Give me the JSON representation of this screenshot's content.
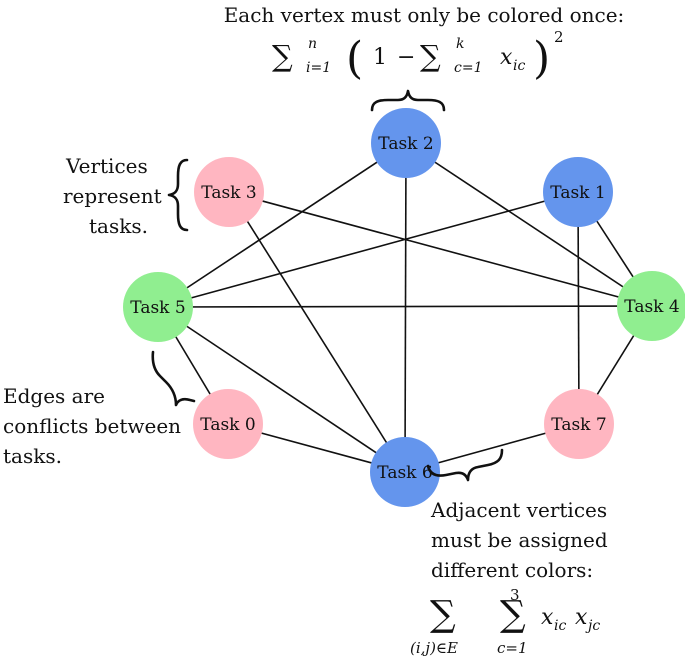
{
  "nodes": [
    {
      "id": "task-0",
      "label": "Task 0",
      "color": "#ffb6c1"
    },
    {
      "id": "task-1",
      "label": "Task 1",
      "color": "#6495ed"
    },
    {
      "id": "task-2",
      "label": "Task 2",
      "color": "#6495ed"
    },
    {
      "id": "task-3",
      "label": "Task 3",
      "color": "#ffb6c1"
    },
    {
      "id": "task-4",
      "label": "Task 4",
      "color": "#90ee90"
    },
    {
      "id": "task-5",
      "label": "Task 5",
      "color": "#90ee90"
    },
    {
      "id": "task-6",
      "label": "Task 6",
      "color": "#6495ed"
    },
    {
      "id": "task-7",
      "label": "Task 7",
      "color": "#ffb6c1"
    }
  ],
  "edges": [
    [
      "task-2",
      "task-5"
    ],
    [
      "task-2",
      "task-4"
    ],
    [
      "task-3",
      "task-4"
    ],
    [
      "task-3",
      "task-6"
    ],
    [
      "task-1",
      "task-5"
    ],
    [
      "task-1",
      "task-4"
    ],
    [
      "task-1",
      "task-7"
    ],
    [
      "task-5",
      "task-4"
    ],
    [
      "task-5",
      "task-0"
    ],
    [
      "task-5",
      "task-6"
    ],
    [
      "task-4",
      "task-7"
    ],
    [
      "task-0",
      "task-6"
    ],
    [
      "task-6",
      "task-7"
    ],
    [
      "task-2",
      "task-6"
    ]
  ],
  "annotations": {
    "top_title": "Each vertex must only be colored once:",
    "vertices_note": [
      "Vertices",
      "represent",
      "tasks."
    ],
    "edges_note": [
      "Edges are",
      "conflicts between",
      "tasks."
    ],
    "adjacent_note": [
      "Adjacent vertices",
      "must be assigned",
      "different colors:"
    ]
  },
  "formulas": {
    "top": {
      "sum_symbol": "∑",
      "sub_a": "i=1",
      "sup_a": "n",
      "open_paren": "(",
      "one": "1",
      "minus": "−",
      "sub_b": "c=1",
      "sup_b": "k",
      "var": "x",
      "var_sub": "ic",
      "close_paren": ")",
      "power": "2"
    },
    "bottom": {
      "sum_symbol": "∑",
      "sub_a": "(i,j)∈E",
      "sup_b": "3",
      "sub_b": "c=1",
      "var1": "x",
      "var1_sub": "ic",
      "var2": "x",
      "var2_sub": "jc"
    }
  }
}
